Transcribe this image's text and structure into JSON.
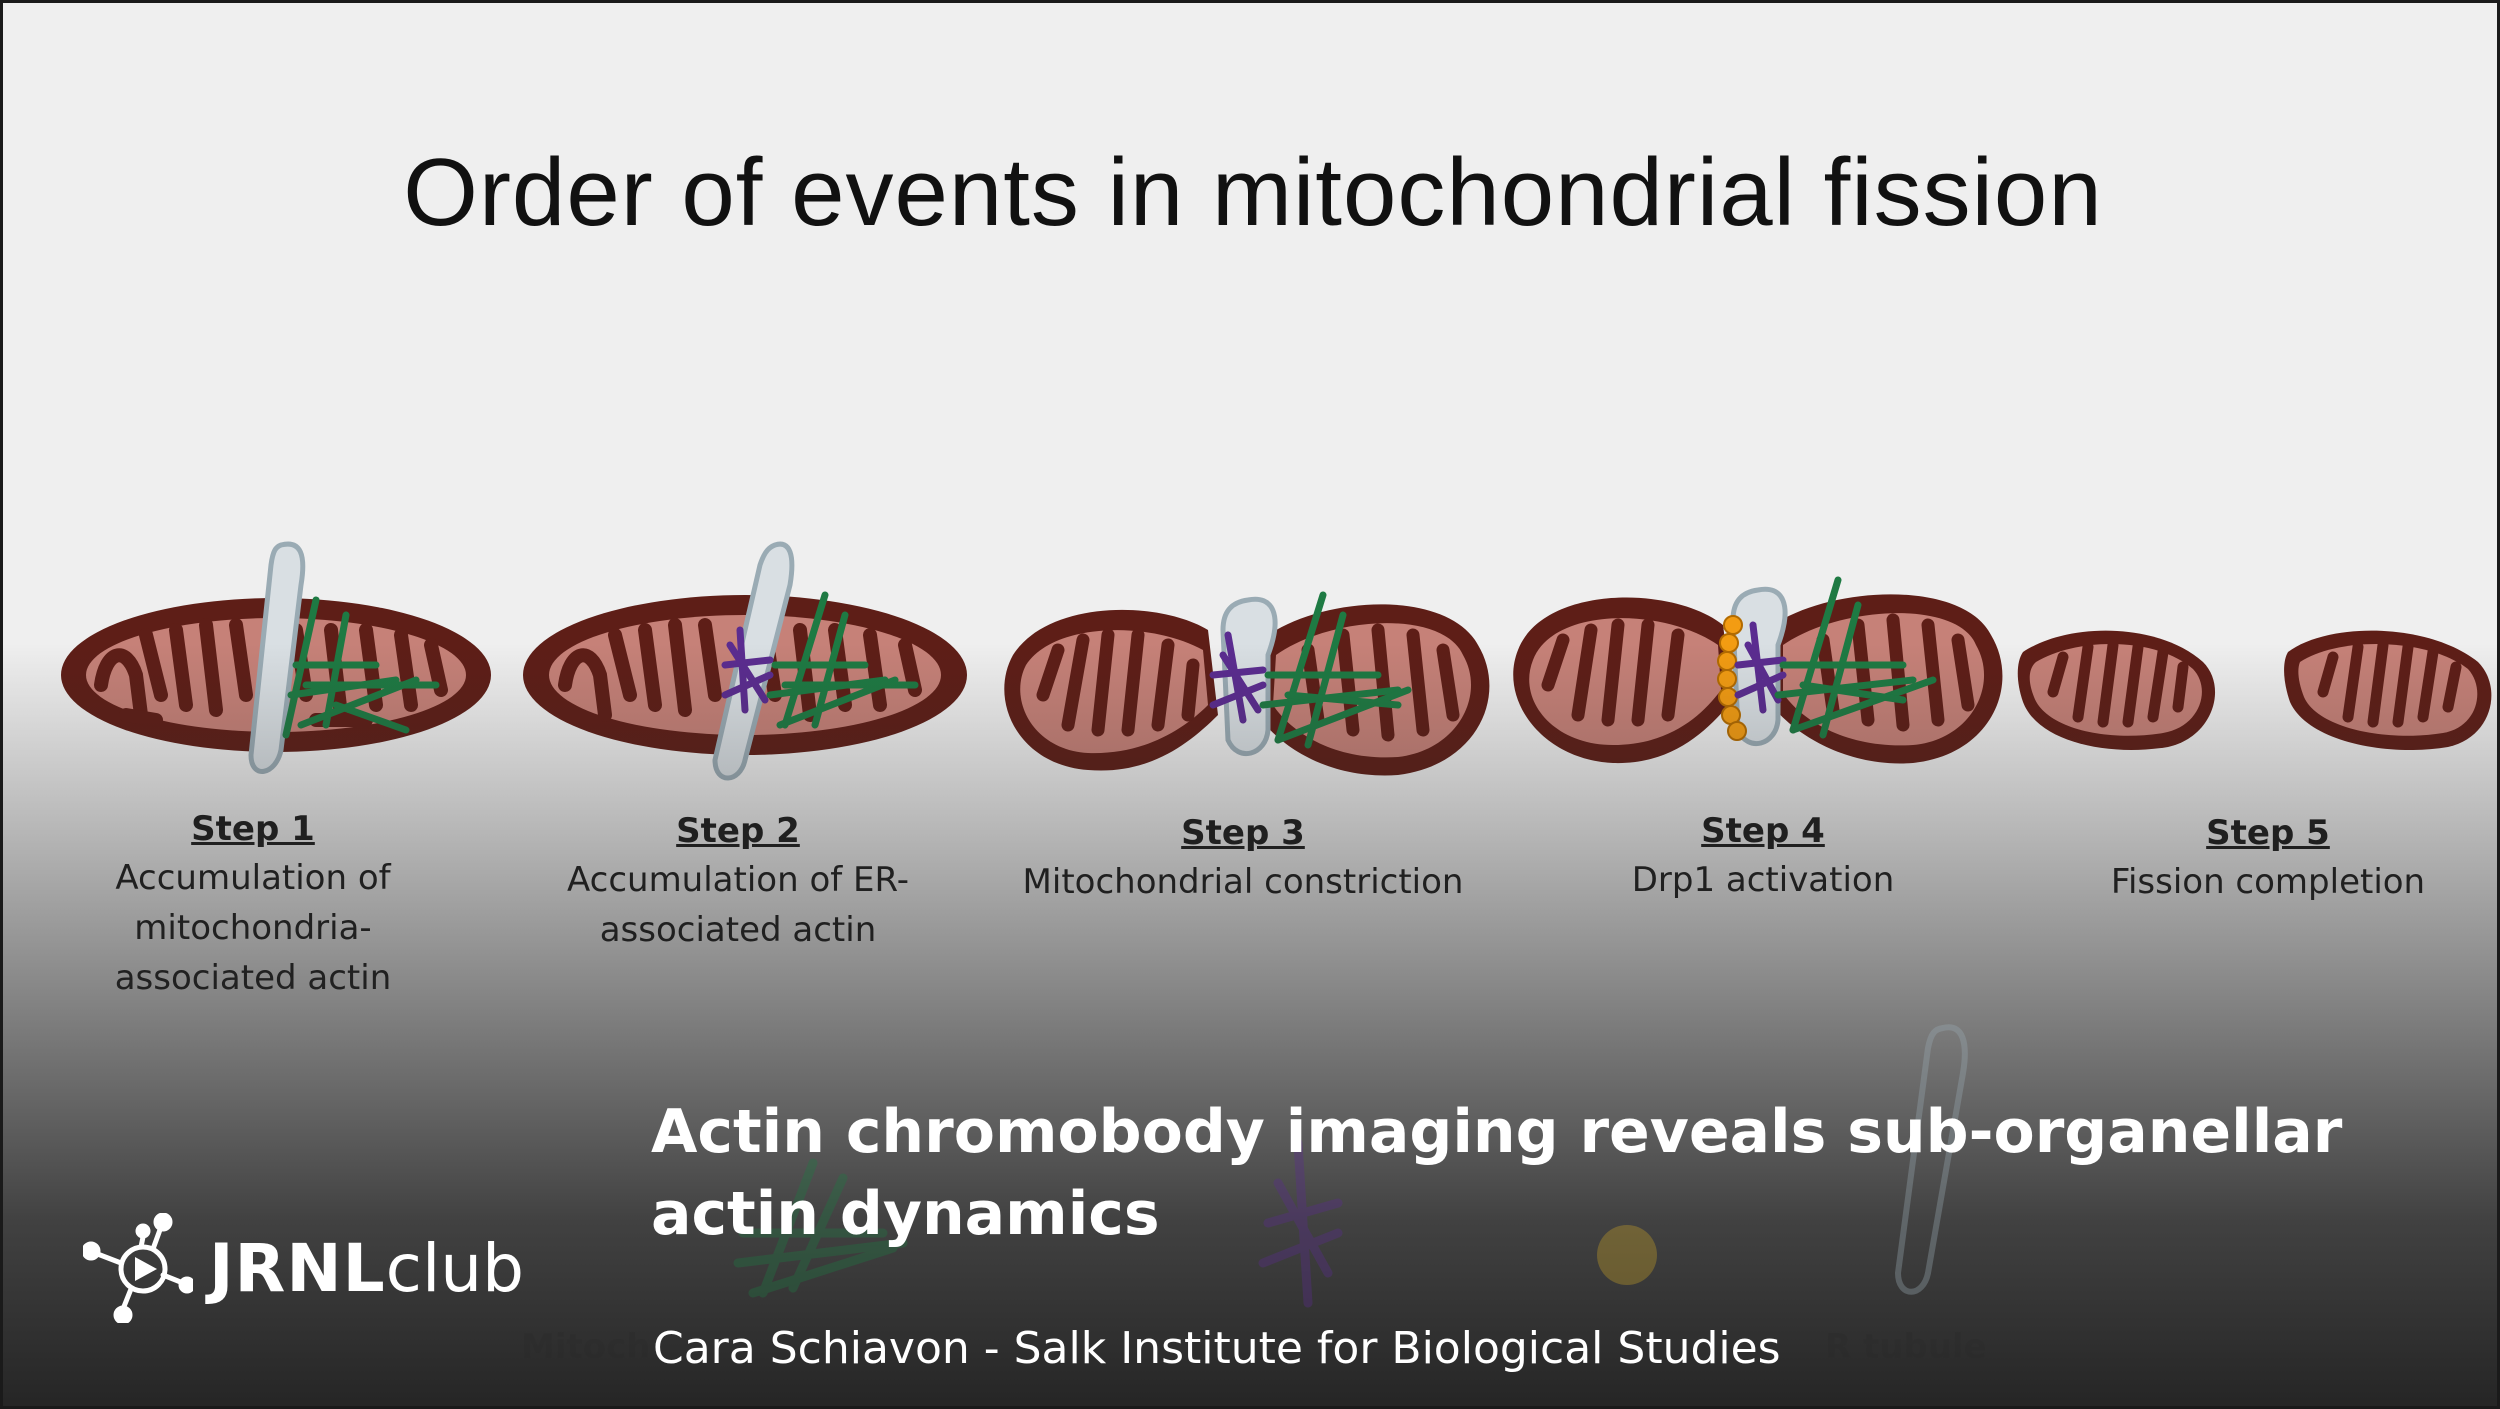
{
  "slide": {
    "title": "Order of events in mitochondrial fission",
    "steps": [
      {
        "label": "Step 1",
        "description": [
          "Accumulation of",
          "mitochondria-",
          "associated actin"
        ]
      },
      {
        "label": "Step 2",
        "description": [
          "Accumulation of ER-",
          "associated actin"
        ]
      },
      {
        "label": "Step 3",
        "description": [
          "Mitochondrial constriction"
        ]
      },
      {
        "label": "Step 4",
        "description": [
          "Drp1 activation"
        ]
      },
      {
        "label": "Step 5",
        "description": [
          "Fission completion"
        ]
      }
    ],
    "legend_partial": [
      "Mitoch",
      "R tubule"
    ]
  },
  "overlay": {
    "video_title": "Actin chromobody imaging reveals sub-organellar actin dynamics",
    "author": "Cara Schiavon - Salk Institute for Biological Studies"
  },
  "brand": {
    "logo_icon": "jrnlclub-molecule-play-icon",
    "name_bold": "JRNL",
    "name_light": "club"
  },
  "colors": {
    "mito_outer": "#5e1e17",
    "mito_inner": "#c68178",
    "mitochondria_actin": "#1e7a43",
    "er_actin": "#5b2c90",
    "er_tubule": "#cdd6dc",
    "drp1": "#f39c12"
  }
}
